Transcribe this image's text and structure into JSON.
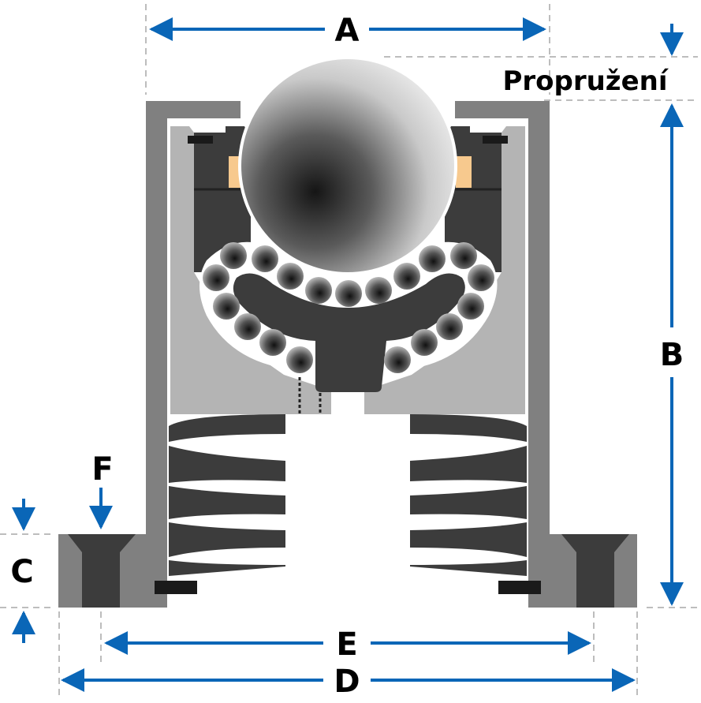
{
  "labels": {
    "A": "A",
    "B": "B",
    "C": "C",
    "D": "D",
    "E": "E",
    "F": "F",
    "spring_travel": "Propružení"
  },
  "colors": {
    "arrow": "#0a66b7",
    "guide": "#bdbdbd",
    "housing": "#808080",
    "inner": "#b4b4b4",
    "dark": "#3c3c3c",
    "ring": "#f7c98e"
  }
}
